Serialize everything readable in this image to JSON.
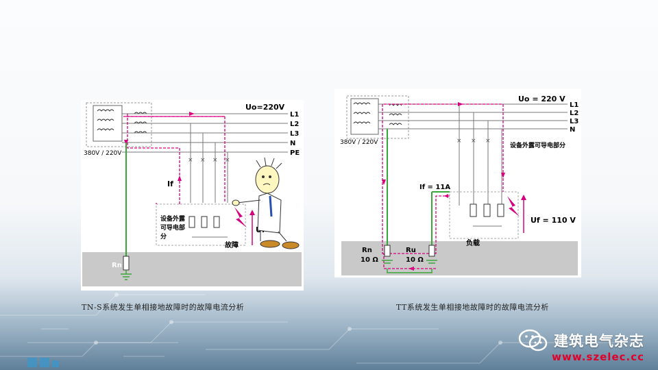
{
  "tns": {
    "voltage": "Uo=220V",
    "lines": [
      "L1",
      "L2",
      "L3",
      "N",
      "PE"
    ],
    "transformer_label": "380V / 220V",
    "current_label": "If",
    "equipment_label": [
      "设备外露",
      "可导电部",
      "分"
    ],
    "fault_label": "故障",
    "uf_label": "Uf",
    "rn_label": "Rn",
    "caption": "TN-S系统发生单相接地故障时的故障电流分析"
  },
  "tt": {
    "voltage": "Uo = 220 V",
    "lines": [
      "L1",
      "L2",
      "L3",
      "N"
    ],
    "transformer_label": "380V / 220V",
    "equipment_label": "设备外露可导电部分",
    "current_label": "If = 11A",
    "uf_label": "Uf = 110 V",
    "load_label": "负载",
    "rn_label": "Rn",
    "rn_value": "10 Ω",
    "ru_label": "Ru",
    "ru_value": "10 Ω",
    "caption": "TT系统发生单相接地故障时的故障电流分析"
  },
  "brand": {
    "name": "建筑电气杂志",
    "url": "www.szelec.cc",
    "icon": "wechat-icon"
  },
  "colors": {
    "fault_path": "#d6007e",
    "earth_wire": "#3aa63a",
    "ground": "#c8c8c8",
    "brand_url": "#e0002a"
  }
}
